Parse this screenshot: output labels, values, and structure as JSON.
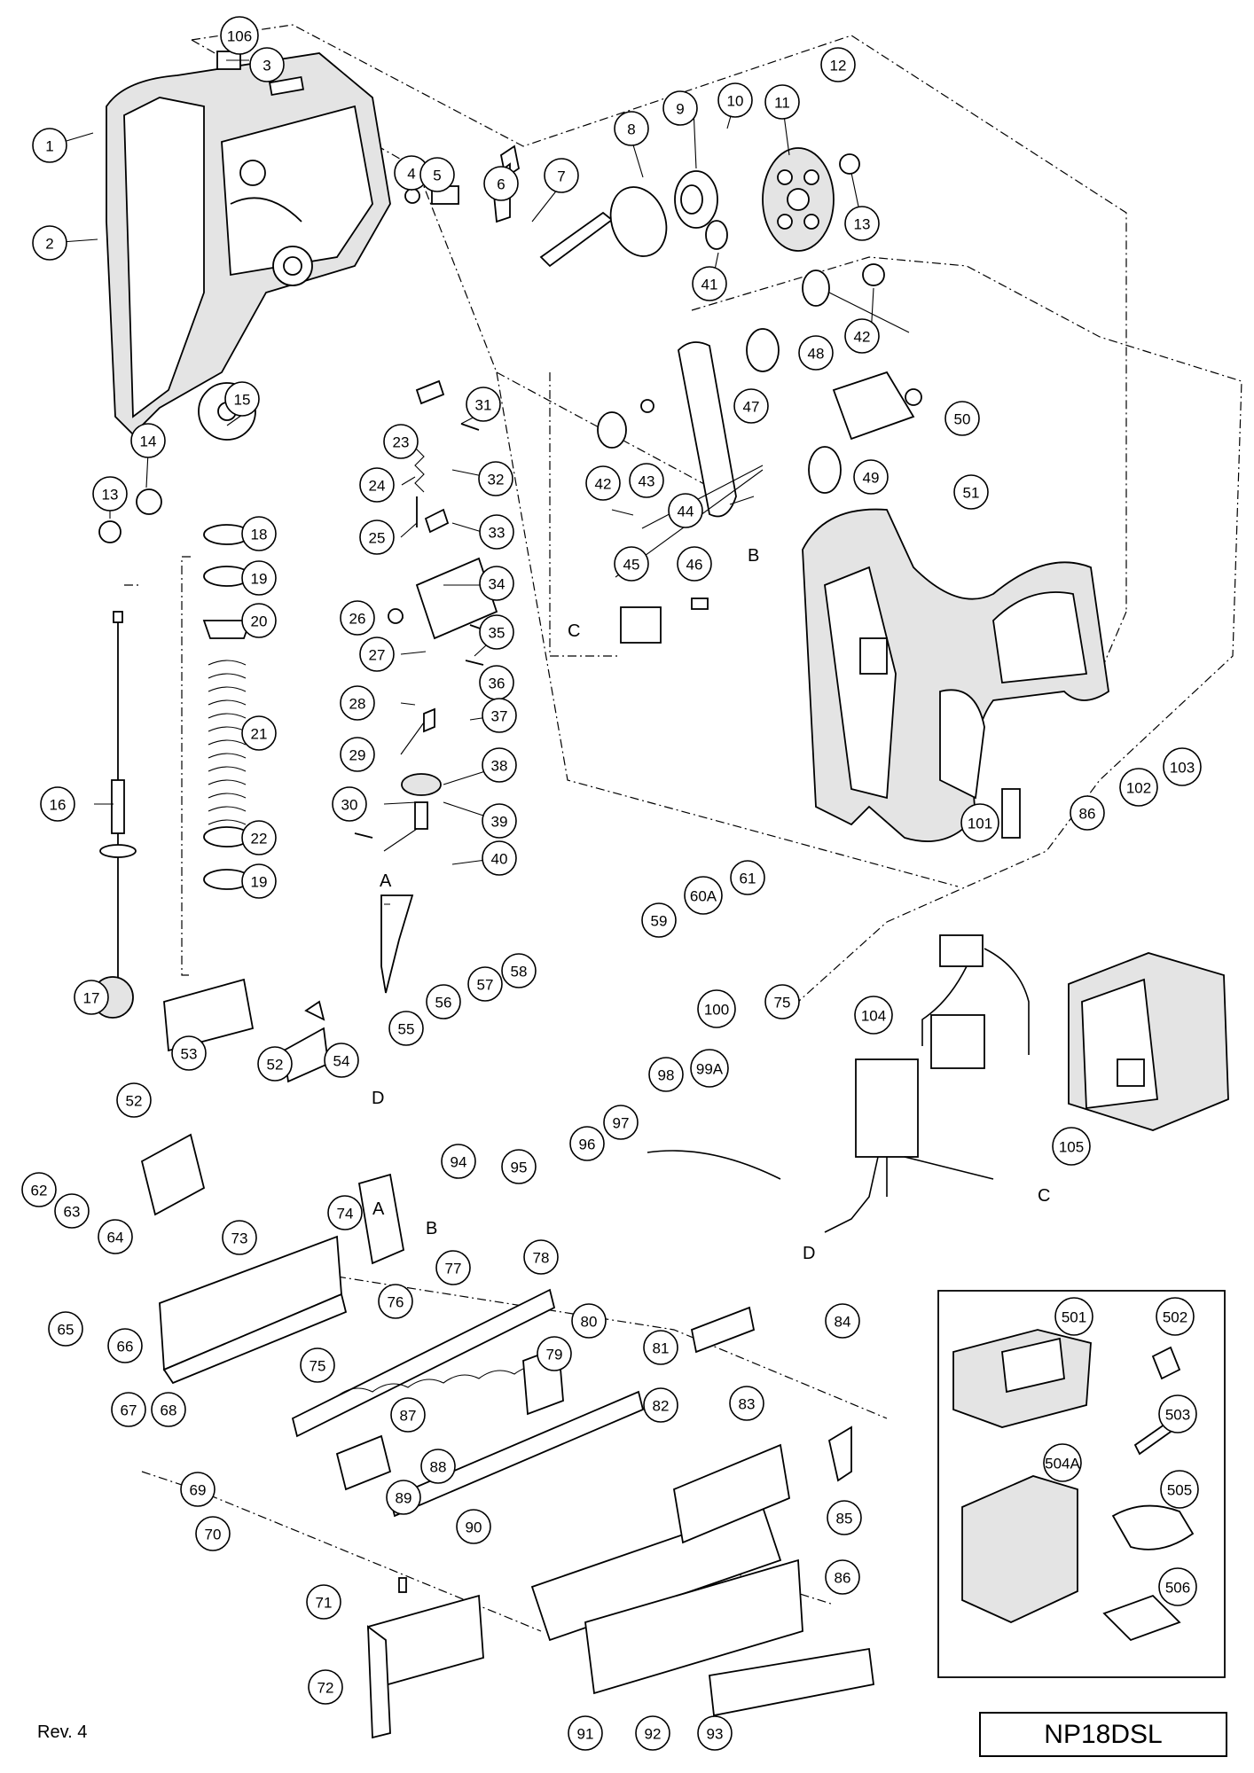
{
  "model": "NP18DSL",
  "revision": "Rev. 4",
  "connector_tags": [
    "A",
    "B",
    "C",
    "D"
  ],
  "callouts": [
    "1",
    "2",
    "3",
    "4",
    "5",
    "6",
    "7",
    "8",
    "9",
    "10",
    "11",
    "12",
    "13",
    "14",
    "15",
    "16",
    "17",
    "18",
    "19",
    "20",
    "21",
    "22",
    "23",
    "24",
    "25",
    "26",
    "27",
    "28",
    "29",
    "30",
    "31",
    "32",
    "33",
    "34",
    "35",
    "36",
    "37",
    "38",
    "39",
    "40",
    "41",
    "42",
    "43",
    "44",
    "45",
    "46",
    "47",
    "48",
    "49",
    "50",
    "51",
    "52",
    "53",
    "54",
    "55",
    "56",
    "57",
    "58",
    "59",
    "60A",
    "61",
    "62",
    "63",
    "64",
    "65",
    "66",
    "67",
    "68",
    "69",
    "70",
    "71",
    "72",
    "73",
    "74",
    "75",
    "76",
    "77",
    "78",
    "79",
    "80",
    "81",
    "82",
    "83",
    "84",
    "85",
    "86",
    "87",
    "88",
    "89",
    "90",
    "91",
    "92",
    "93",
    "94",
    "95",
    "96",
    "97",
    "98",
    "99A",
    "100",
    "101",
    "102",
    "103",
    "104",
    "105",
    "106",
    "501",
    "502",
    "503",
    "504A",
    "505",
    "506"
  ]
}
